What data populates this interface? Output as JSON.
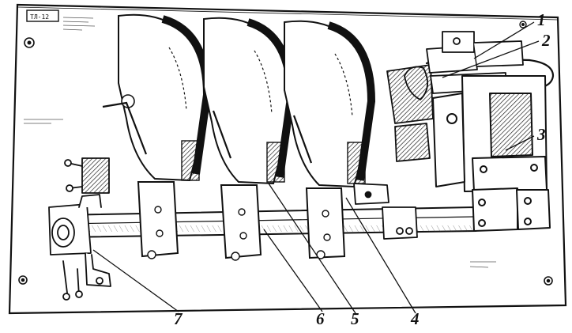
{
  "figure": {
    "panel_marking": "ТЛ-12",
    "callouts": [
      {
        "id": "c1",
        "label": "1"
      },
      {
        "id": "c2",
        "label": "2"
      },
      {
        "id": "c3",
        "label": "3"
      },
      {
        "id": "c4",
        "label": "4"
      },
      {
        "id": "c5",
        "label": "5"
      },
      {
        "id": "c6",
        "label": "6"
      },
      {
        "id": "c7",
        "label": "7"
      }
    ]
  },
  "colors": {
    "ink": "#111111",
    "paper": "#ffffff",
    "shade": "#3a3a3a"
  }
}
